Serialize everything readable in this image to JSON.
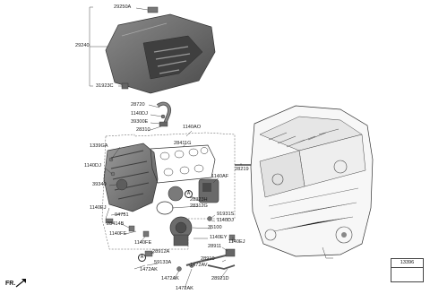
{
  "diagram": {
    "parts": {
      "p29250A": "29250A",
      "p29240": "29240",
      "p31923C": "31923C",
      "p28720": "28720",
      "p1140DJ_a": "1140DJ",
      "p39300E": "39300E",
      "p28310": "28310",
      "p1140AO": "1140AO",
      "p28411G": "28411G",
      "p1339GA": "1339GA",
      "p1140DJ_b": "1140DJ",
      "p39340": "39340",
      "p1140AF": "1140AF",
      "p28219": "28219",
      "p28323H": "28323H",
      "p28312G": "28312G",
      "p1140EJ_a": "1140EJ",
      "p94751": "94751",
      "p28414B": "28414B",
      "p1140FE_a": "1140FE",
      "p1140FE_b": "1140FE",
      "p91931S": "91931S",
      "p1140DJ_c": "1140DJ",
      "p35100": "35100",
      "p1140EY": "1140EY",
      "p1140EJ_b": "1140EJ",
      "p28911": "28911",
      "p28912A": "28912A",
      "p59133A": "59133A",
      "p28910": "28910",
      "p1472AV": "1472AV",
      "p1472AK_a": "1472AK",
      "p1472AK_b": "1472AK",
      "p28921D": "28921D",
      "p1472AK_c": "1472AK"
    },
    "ref_marks": {
      "a1": "A",
      "a2": "A"
    },
    "legend": {
      "title": "13396"
    },
    "direction": {
      "fr": "FR."
    }
  }
}
